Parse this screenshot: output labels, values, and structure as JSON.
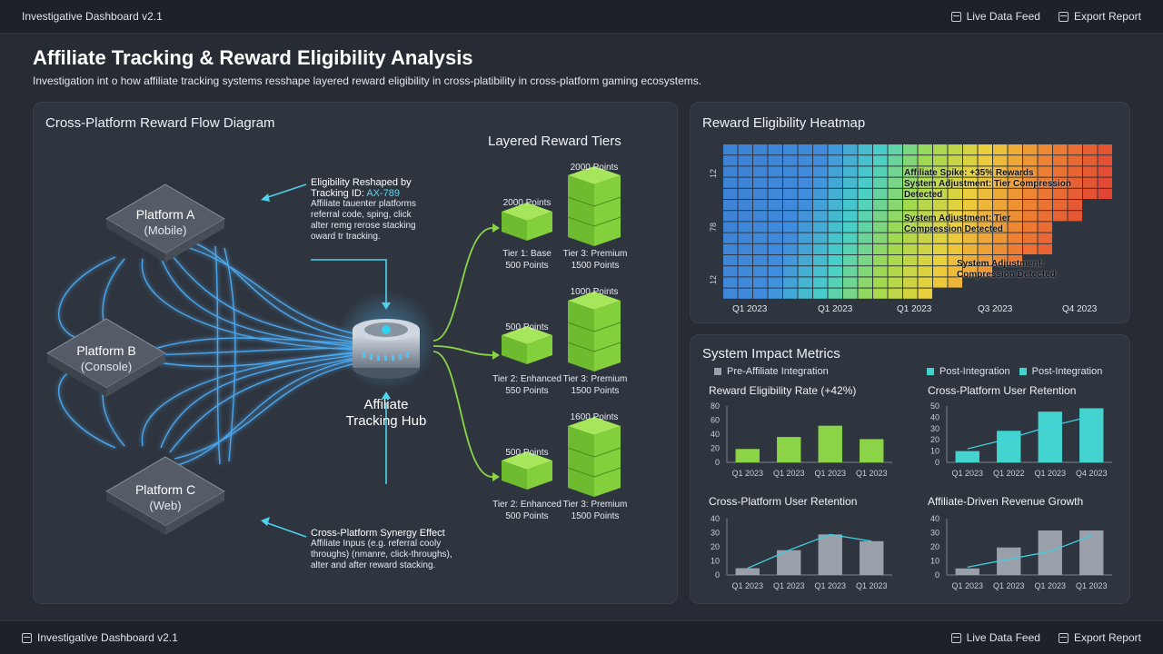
{
  "app": {
    "title": "Investigative Dashboard v2.1",
    "actions": [
      "Live Data Feed",
      "Export Report"
    ]
  },
  "page": {
    "title": "Affiliate Tracking & Reward Eligibility Analysis",
    "subtitle": "Investigation int o how affiliate tracking systems resshape layered reward eligibility in cross-platibility in cross-platform gaming ecosystems."
  },
  "flow": {
    "title": "Cross-Platform Reward Flow Diagram",
    "platforms": [
      {
        "name": "Platform A",
        "sub": "(Mobile)"
      },
      {
        "name": "Platform B",
        "sub": "(Console)"
      },
      {
        "name": "Platform C",
        "sub": "(Web)"
      }
    ],
    "hub": {
      "line1": "Affiliate",
      "line2": "Tracking Hub"
    },
    "annotation_top": {
      "head1": "Eligibility Reshaped by",
      "head2": "Tracking ID: ",
      "id": "AX-789",
      "body": [
        "Affiliate tauenter platforms",
        "referral code, sping, click",
        "alter remg  rerose stacking",
        "oward tr tracking."
      ]
    },
    "annotation_bottom": {
      "head": "Cross-Platform Synergy Effect",
      "body": [
        "Affiliate Inpus (e.g. referral cooly",
        "throughs) (nmanre, click-throughs),",
        "alter and after reward stacking."
      ]
    },
    "tiers_title": "Layered Reward Tiers",
    "tiers": [
      {
        "small_top": "2000 Points",
        "big_top": "2000 Points",
        "small_label": [
          "Tier 1: Base",
          "500 Points"
        ],
        "big_label": [
          "Tier 3: Premium",
          "1500 Points"
        ]
      },
      {
        "small_top": "500 Points",
        "big_top": "1000 Points",
        "small_label": [
          "Tier 2: Enhanced",
          "550 Points"
        ],
        "big_label": [
          "Tier 3: Premium",
          "1500 Points"
        ]
      },
      {
        "small_top": "500 Points",
        "big_top": "1600 Points",
        "small_label": [
          "Tier 2: Enhanced",
          "500 Points"
        ],
        "big_label": [
          "Tier 3: Premium",
          "1500 Points"
        ]
      }
    ]
  },
  "heatmap": {
    "title": "Reward Eligibility Heatmap",
    "y_labels": [
      "12",
      "78",
      "12"
    ],
    "x_labels": [
      "Q1 2023",
      "Q1 2023",
      "Q1 2023",
      "Q3 2023",
      "Q4 2023"
    ],
    "annotations": [
      [
        "Affiliate Spike: +35% Rewards",
        "System Adjustment: Tier Compression",
        "Detected"
      ],
      [
        "System Adjustment: Tier",
        "Compression Detected"
      ],
      [
        "System Adjustment:",
        "Compression Detected"
      ]
    ]
  },
  "metrics": {
    "title": "System Impact Metrics",
    "legend": {
      "pre": "Pre-Affiliate Integration",
      "post1": "Post-Integration",
      "post2": "Post-Integration"
    },
    "colors": {
      "green": "#8bd448",
      "teal": "#43d4d0",
      "gray": "#9aa0aa",
      "line": "#3ccfe0"
    }
  },
  "chart_data": [
    {
      "type": "bar",
      "title": "Reward Eligibility Rate (+42%)",
      "categories": [
        "Q1 2023",
        "Q1 2023",
        "Q1 2023",
        "Q1 2023"
      ],
      "values": [
        19,
        36,
        52,
        33
      ],
      "yticks": [
        "0",
        "20",
        "40",
        "60",
        "80"
      ],
      "ylim": [
        0,
        80
      ],
      "color": "#8bd448"
    },
    {
      "type": "bar",
      "title": "Cross-Platform User Retention",
      "categories": [
        "Q1 2023",
        "Q1 2022",
        "Q1 2023",
        "Q4 2023"
      ],
      "values": [
        10,
        28,
        45,
        48
      ],
      "trend": [
        12,
        21,
        32,
        41
      ],
      "yticks": [
        "0",
        "10",
        "20",
        "30",
        "40",
        "50"
      ],
      "ylim": [
        0,
        50
      ],
      "color": "#43d4d0"
    },
    {
      "type": "bar",
      "title": "Cross-Platform User Retention",
      "categories": [
        "Q1 2023",
        "Q1 2023",
        "Q1 2023",
        "Q1 2023"
      ],
      "values": [
        6,
        22,
        36,
        30
      ],
      "trend": [
        6,
        22,
        36,
        30
      ],
      "yticks": [
        "0",
        "10",
        "20",
        "30",
        "40"
      ],
      "ylim": [
        0,
        50
      ],
      "color": "#9aa0aa"
    },
    {
      "type": "bar",
      "title": "Affiliate-Driven Revenue Growth",
      "categories": [
        "Q1 2023",
        "Q1 2023",
        "Q1 2023",
        "Q1 2023"
      ],
      "values": [
        5,
        21,
        34,
        34
      ],
      "trend": [
        6,
        12,
        18,
        30
      ],
      "yticks": [
        "0",
        "10",
        "20",
        "30",
        "40"
      ],
      "ylim": [
        0,
        43
      ],
      "color": "#9aa0aa"
    }
  ]
}
